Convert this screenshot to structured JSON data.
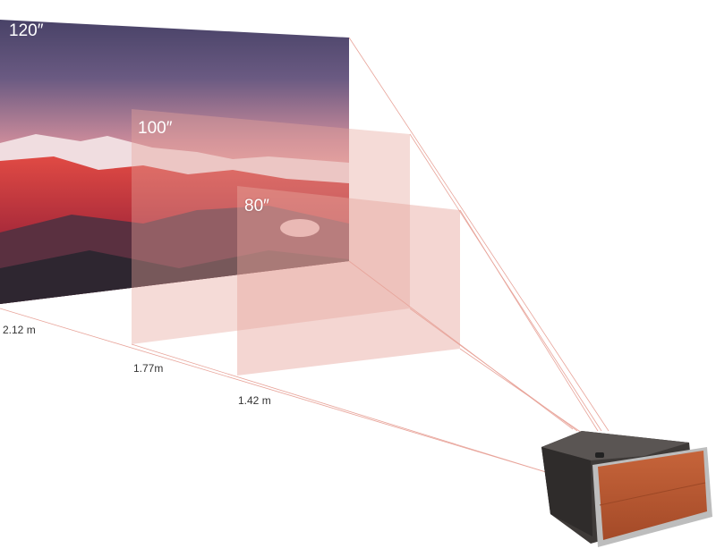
{
  "screens": [
    {
      "size": "120″",
      "distance": "2.12 m"
    },
    {
      "size": "100″",
      "distance": "1.77m"
    },
    {
      "size": "80″",
      "distance": "1.42 m"
    }
  ],
  "colors": {
    "beam": "#e8a49a",
    "panel": "#e7a59c",
    "leather": "#b9532d",
    "body": "#4a4644"
  }
}
